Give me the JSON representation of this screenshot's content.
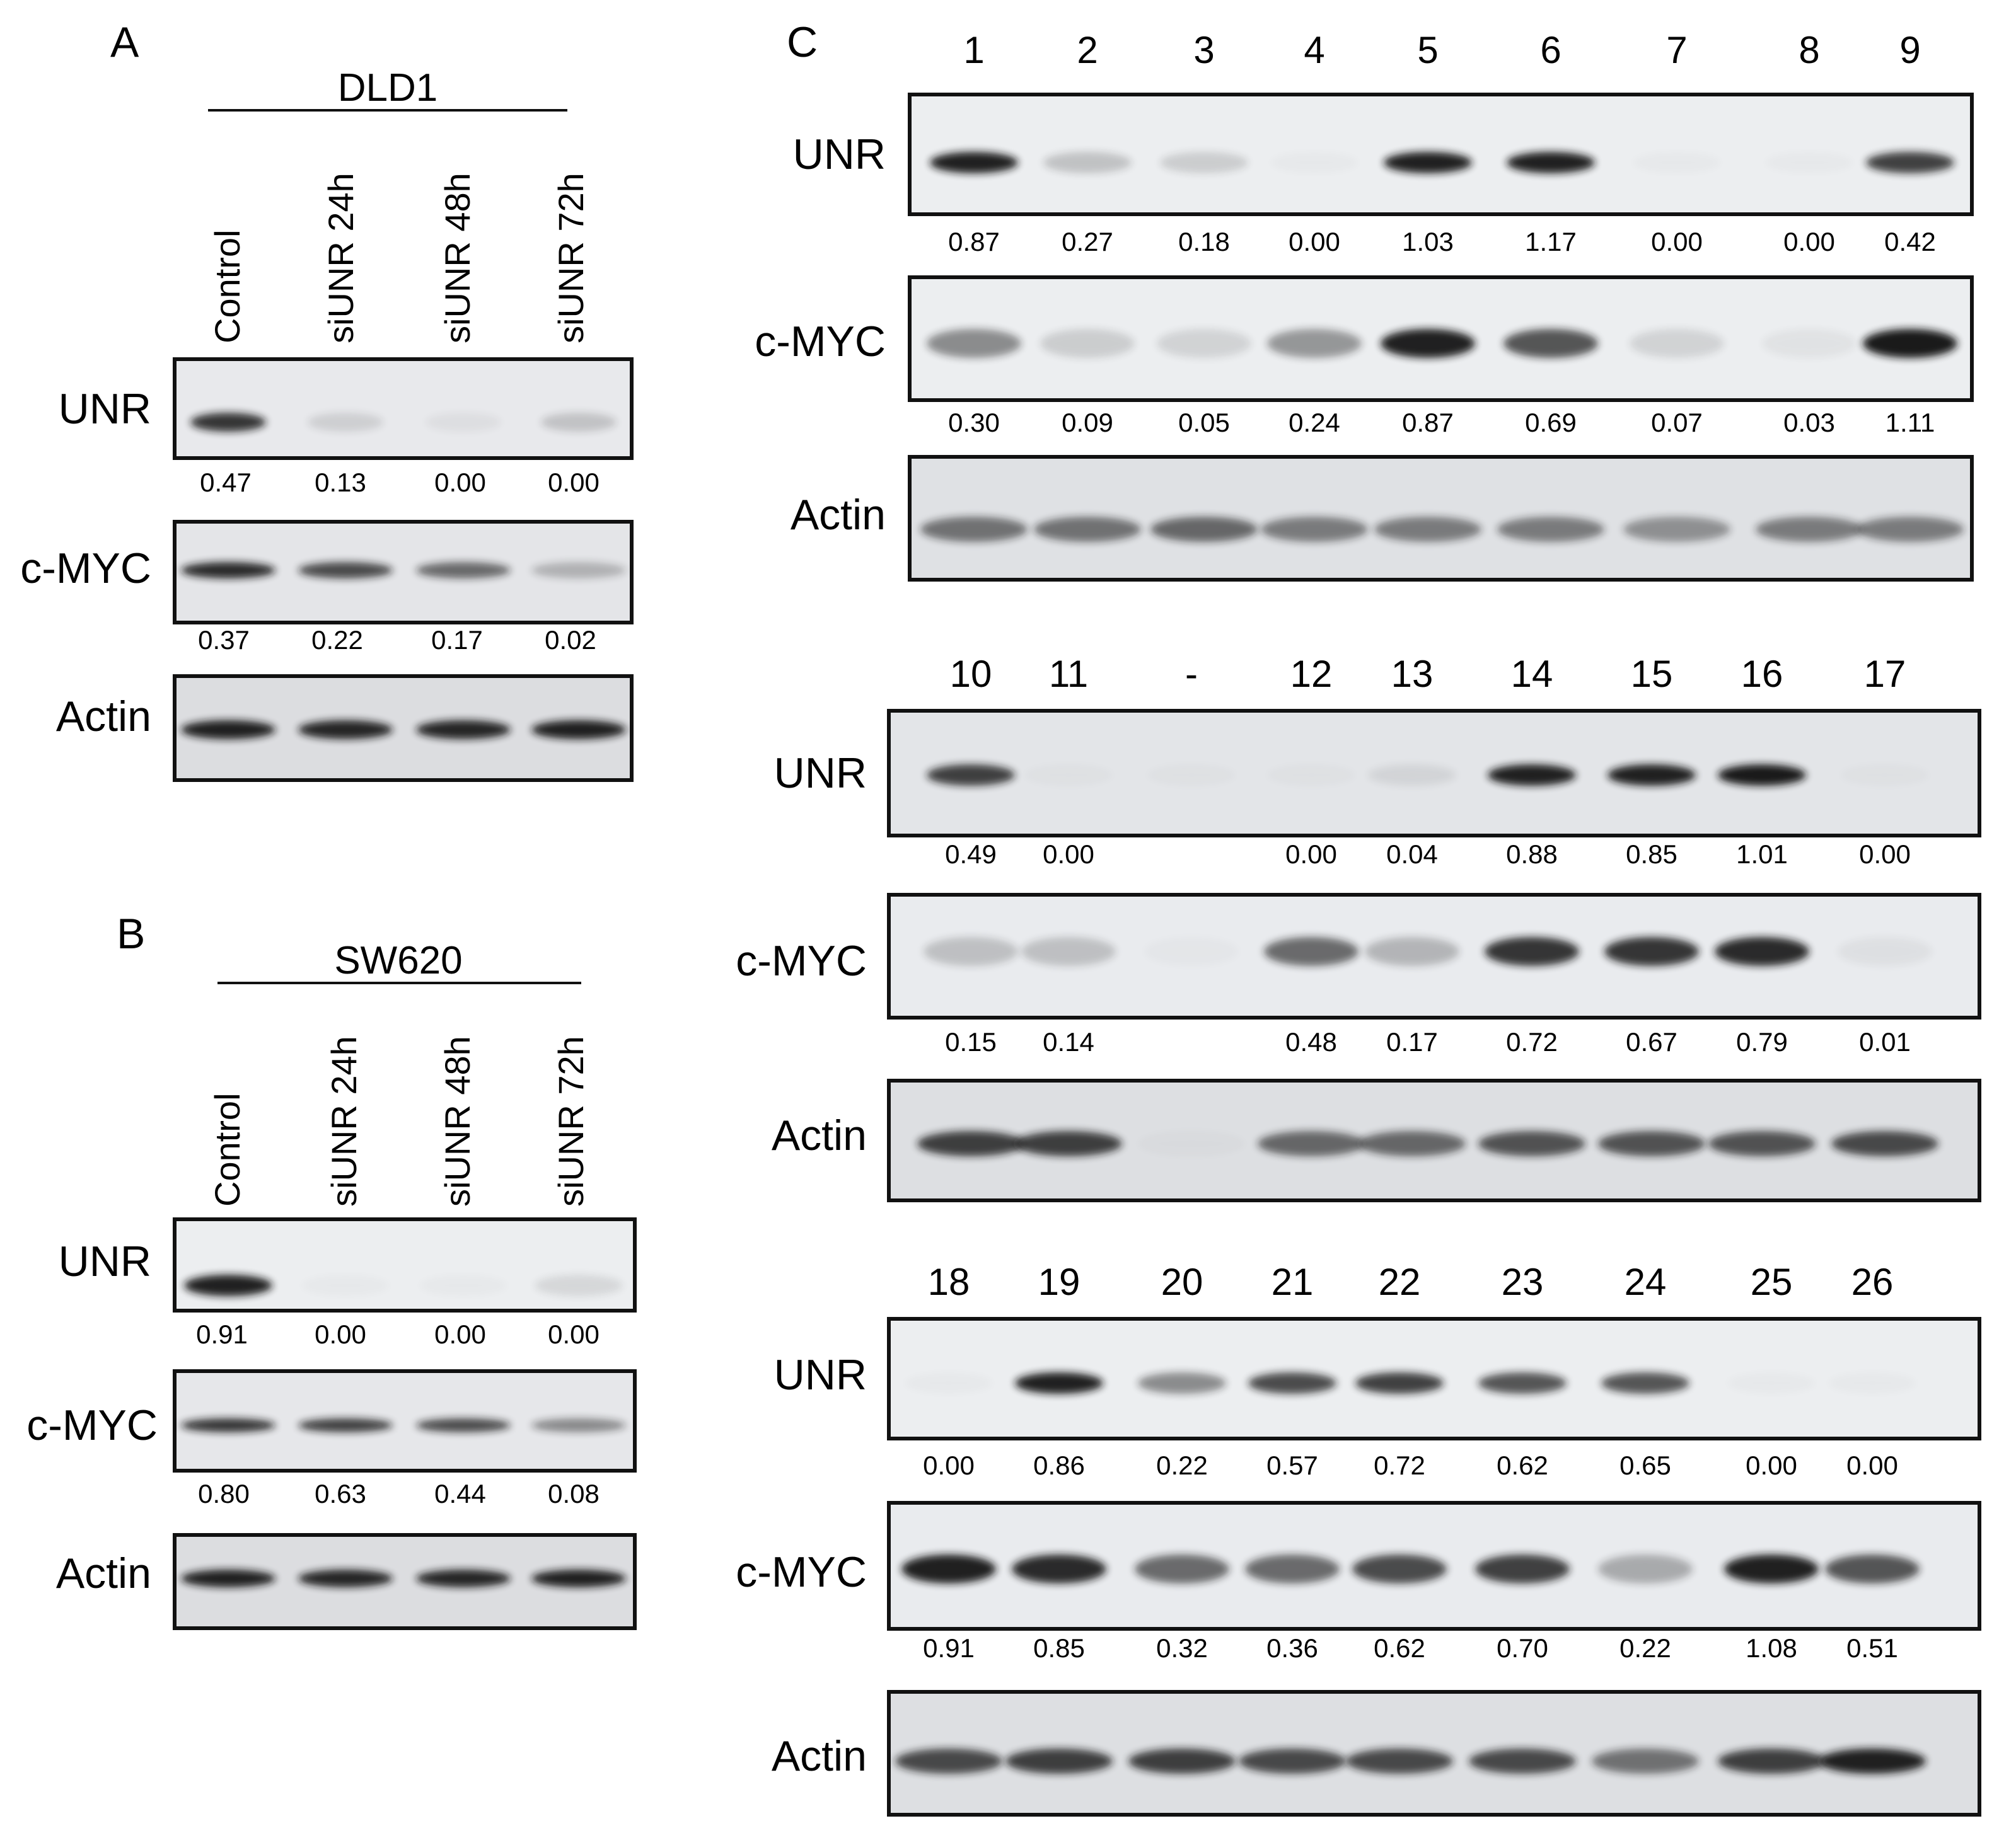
{
  "panels": [
    {
      "letter": "A",
      "cell_line": "DLD1",
      "lanes": [
        "Control",
        "siUNR 24h",
        "siUNR 48h",
        "siUNR 72h"
      ],
      "rows": [
        {
          "label": "UNR",
          "values": [
            "0.47",
            "0.13",
            "0.00",
            "0.00"
          ],
          "intensity": [
            0.85,
            0.12,
            0.05,
            0.18
          ]
        },
        {
          "label": "c-MYC",
          "values": [
            "0.37",
            "0.22",
            "0.17",
            "0.02"
          ],
          "intensity": [
            0.9,
            0.75,
            0.6,
            0.25
          ]
        },
        {
          "label": "Actin",
          "values": [],
          "intensity": [
            0.95,
            0.92,
            0.92,
            0.95
          ]
        }
      ]
    },
    {
      "letter": "B",
      "cell_line": "SW620",
      "lanes": [
        "Control",
        "siUNR 24h",
        "siUNR 48h",
        "siUNR 72h"
      ],
      "rows": [
        {
          "label": "UNR",
          "values": [
            "0.91",
            "0.00",
            "0.00",
            "0.00"
          ],
          "intensity": [
            0.95,
            0.0,
            0.0,
            0.1
          ]
        },
        {
          "label": "c-MYC",
          "values": [
            "0.80",
            "0.63",
            "0.44",
            "0.08"
          ],
          "intensity": [
            0.85,
            0.8,
            0.75,
            0.45
          ]
        },
        {
          "label": "Actin",
          "values": [],
          "intensity": [
            0.95,
            0.92,
            0.92,
            0.95
          ]
        }
      ]
    },
    {
      "letter": "C",
      "blocks": [
        {
          "lanes": [
            "1",
            "2",
            "3",
            "4",
            "5",
            "6",
            "7",
            "8",
            "9"
          ],
          "rows": [
            {
              "label": "UNR",
              "values": [
                "0.87",
                "0.27",
                "0.18",
                "0.00",
                "1.03",
                "1.17",
                "0.00",
                "0.00",
                "0.42"
              ],
              "intensity": [
                0.95,
                0.2,
                0.15,
                0.0,
                0.95,
                0.95,
                0.0,
                0.0,
                0.8
              ]
            },
            {
              "label": "c-MYC",
              "values": [
                "0.30",
                "0.09",
                "0.05",
                "0.24",
                "0.87",
                "0.69",
                "0.07",
                "0.03",
                "1.11"
              ],
              "intensity": [
                0.45,
                0.15,
                0.12,
                0.4,
                0.95,
                0.7,
                0.12,
                0.05,
                0.98
              ]
            },
            {
              "label": "Actin",
              "values": [],
              "intensity": [
                0.55,
                0.55,
                0.6,
                0.5,
                0.5,
                0.5,
                0.4,
                0.5,
                0.5
              ]
            }
          ]
        },
        {
          "lanes": [
            "10",
            "11",
            "-",
            "12",
            "13",
            "14",
            "15",
            "16",
            "17"
          ],
          "rows": [
            {
              "label": "UNR",
              "values": [
                "0.49",
                "0.00",
                "",
                "0.00",
                "0.04",
                "0.88",
                "0.85",
                "1.01",
                "0.00"
              ],
              "intensity": [
                0.8,
                0.0,
                0.0,
                0.0,
                0.08,
                0.95,
                0.95,
                0.98,
                0.0
              ]
            },
            {
              "label": "c-MYC",
              "values": [
                "0.15",
                "0.14",
                "",
                "0.48",
                "0.17",
                "0.72",
                "0.67",
                "0.79",
                "0.01"
              ],
              "intensity": [
                0.2,
                0.2,
                0.0,
                0.6,
                0.25,
                0.85,
                0.85,
                0.9,
                0.05
              ]
            },
            {
              "label": "Actin",
              "values": [],
              "intensity": [
                0.8,
                0.8,
                0.0,
                0.6,
                0.6,
                0.7,
                0.7,
                0.7,
                0.75
              ]
            }
          ]
        },
        {
          "lanes": [
            "18",
            "19",
            "20",
            "21",
            "22",
            "23",
            "24",
            "25",
            "26"
          ],
          "rows": [
            {
              "label": "UNR",
              "values": [
                "0.00",
                "0.86",
                "0.22",
                "0.57",
                "0.72",
                "0.62",
                "0.65",
                "0.00",
                "0.00"
              ],
              "intensity": [
                0.0,
                0.95,
                0.45,
                0.75,
                0.8,
                0.7,
                0.7,
                0.0,
                0.0
              ]
            },
            {
              "label": "c-MYC",
              "values": [
                "0.91",
                "0.85",
                "0.32",
                "0.36",
                "0.62",
                "0.70",
                "0.22",
                "1.08",
                "0.51"
              ],
              "intensity": [
                0.95,
                0.9,
                0.6,
                0.6,
                0.75,
                0.8,
                0.3,
                0.95,
                0.7
              ]
            },
            {
              "label": "Actin",
              "values": [],
              "intensity": [
                0.75,
                0.8,
                0.8,
                0.75,
                0.75,
                0.75,
                0.55,
                0.8,
                0.95
              ]
            }
          ]
        }
      ]
    }
  ],
  "colors": {
    "band": "#141414",
    "blot_bg_dark": "#d9dadd",
    "blot_bg_light": "#eceef0",
    "text": "#111111"
  }
}
